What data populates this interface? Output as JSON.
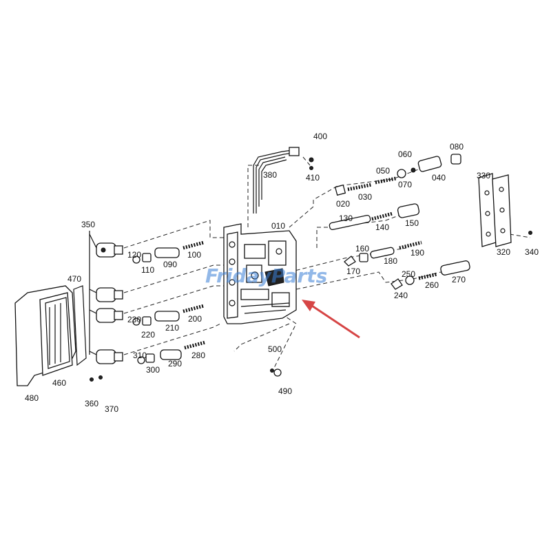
{
  "watermark": "FridayParts",
  "arrow_color": "#d64545",
  "labels": {
    "p010": "010",
    "p020": "020",
    "p030": "030",
    "p040": "040",
    "p050": "050",
    "p060": "060",
    "p070": "070",
    "p080": "080",
    "p090": "090",
    "p100": "100",
    "p110": "110",
    "p120": "120",
    "p130": "130",
    "p140": "140",
    "p150": "150",
    "p160": "160",
    "p170": "170",
    "p180": "180",
    "p190": "190",
    "p200": "200",
    "p210": "210",
    "p220": "220",
    "p230": "230",
    "p240": "240",
    "p250": "250",
    "p260": "260",
    "p270": "270",
    "p280": "280",
    "p290": "290",
    "p300": "300",
    "p310": "310",
    "p320": "320",
    "p330": "330",
    "p340": "340",
    "p350": "350",
    "p360": "360",
    "p370": "370",
    "p380": "380",
    "p400": "400",
    "p410": "410",
    "p460": "460",
    "p470": "470",
    "p480": "480",
    "p490": "490",
    "p500": "500"
  }
}
